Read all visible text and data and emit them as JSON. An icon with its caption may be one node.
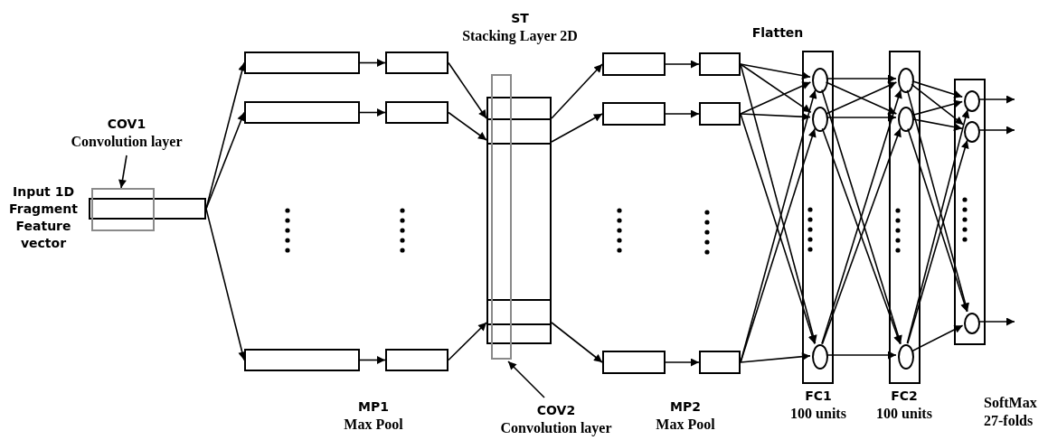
{
  "diagram": {
    "nodes": [
      {
        "text": [
          "COV1",
          "Convolution layer"
        ]
      },
      {
        "text": [],
        "shape": "bar",
        "beside": [
          "Input 1D Fragment Feature vector"
        ]
      },
      {
        "text": [],
        "shape": "box"
      },
      {
        "text": [],
        "shape": "box"
      },
      {
        "text": [],
        "shape": "box"
      },
      {
        "text": [],
        "shape": "box"
      },
      {
        "text": [],
        "shape": "box"
      },
      {
        "text": [],
        "shape": "box"
      },
      {
        "text": [],
        "shape": "box"
      },
      {
        "text": [],
        "shape": "box",
        "beside": [
          "ST",
          "Stacking Layer 2D"
        ]
      },
      {
        "text": [],
        "shape": "box"
      },
      {
        "text": [
          "COV2",
          "Convolution layer"
        ]
      },
      {
        "text": [],
        "shape": "box"
      },
      {
        "text": [],
        "shape": "box"
      },
      {
        "text": [],
        "shape": "box"
      },
      {
        "text": [],
        "shape": "box"
      },
      {
        "text": [],
        "shape": "box"
      },
      {
        "text": [],
        "shape": "box"
      },
      {
        "text": [],
        "shape": "box",
        "beside": [
          "FC1",
          "100 units"
        ]
      },
      {
        "text": [],
        "shape": "circle",
        "in": 18
      },
      {
        "text": [],
        "shape": "circle",
        "in": 18
      },
      {
        "text": [],
        "shape": "circle",
        "in": 18
      },
      {
        "text": [],
        "shape": "box",
        "beside": [
          "FC2",
          "100 units"
        ]
      },
      {
        "text": [],
        "shape": "circle",
        "in": 22
      },
      {
        "text": [],
        "shape": "circle",
        "in": 22
      },
      {
        "text": [],
        "shape": "circle",
        "in": 22
      },
      {
        "text": [],
        "shape": "box",
        "beside": [
          "SoftMax 27-folds"
        ]
      },
      {
        "text": [],
        "shape": "circle",
        "in": 26
      },
      {
        "text": [],
        "shape": "circle",
        "in": 26
      },
      {
        "text": [],
        "shape": "circle",
        "in": 26
      }
    ],
    "edges": [
      {
        "from": 0,
        "to": 2,
        "arrow": "to"
      },
      {
        "from": 1,
        "to": 3,
        "arrow": "to"
      },
      {
        "from": 1,
        "to": 4,
        "arrow": "to"
      },
      {
        "from": 1,
        "to": 5,
        "arrow": "to"
      },
      {
        "from": 3,
        "to": 6,
        "arrow": "to"
      },
      {
        "from": 4,
        "to": 7,
        "arrow": "to"
      },
      {
        "from": 5,
        "to": 8,
        "arrow": "to"
      },
      {
        "from": 6,
        "to": 9,
        "arrow": "to"
      },
      {
        "from": 7,
        "to": 9,
        "arrow": "to"
      },
      {
        "from": 8,
        "to": 9,
        "arrow": "to"
      },
      {
        "from": 9,
        "to": 12,
        "arrow": "to"
      },
      {
        "from": 9,
        "to": 13,
        "arrow": "to"
      },
      {
        "from": 9,
        "to": 14,
        "arrow": "to"
      },
      {
        "from": 12,
        "to": 15,
        "arrow": "to"
      },
      {
        "from": 13,
        "to": 16,
        "arrow": "to"
      },
      {
        "from": 14,
        "to": 17,
        "arrow": "to"
      },
      {
        "from": 15,
        "to": 19,
        "arrow": "to"
      },
      {
        "from": 15,
        "to": 20,
        "arrow": "to"
      },
      {
        "from": 15,
        "to": 21,
        "arrow": "to"
      },
      {
        "from": 16,
        "to": 19,
        "arrow": "to"
      },
      {
        "from": 16,
        "to": 20,
        "arrow": "to"
      },
      {
        "from": 16,
        "to": 21,
        "arrow": "to"
      },
      {
        "from": 17,
        "to": 19,
        "arrow": "to"
      },
      {
        "from": 17,
        "to": 20,
        "arrow": "to"
      },
      {
        "from": 17,
        "to": 21,
        "arrow": "to"
      },
      {
        "from": 19,
        "to": 23,
        "arrow": "to"
      },
      {
        "from": 19,
        "to": 24,
        "arrow": "to"
      },
      {
        "from": 19,
        "to": 25,
        "arrow": "to"
      },
      {
        "from": 20,
        "to": 23,
        "arrow": "to"
      },
      {
        "from": 20,
        "to": 24,
        "arrow": "to"
      },
      {
        "from": 20,
        "to": 25,
        "arrow": "to"
      },
      {
        "from": 21,
        "to": 23,
        "arrow": "to"
      },
      {
        "from": 21,
        "to": 24,
        "arrow": "to"
      },
      {
        "from": 21,
        "to": 25,
        "arrow": "to"
      },
      {
        "from": 23,
        "to": 27,
        "arrow": "to"
      },
      {
        "from": 23,
        "to": 28,
        "arrow": "to"
      },
      {
        "from": 23,
        "to": 29,
        "arrow": "to"
      },
      {
        "from": 24,
        "to": 27,
        "arrow": "to"
      },
      {
        "from": 24,
        "to": 28,
        "arrow": "to"
      },
      {
        "from": 24,
        "to": 29,
        "arrow": "to"
      },
      {
        "from": 25,
        "to": 27,
        "arrow": "to"
      },
      {
        "from": 25,
        "to": 28,
        "arrow": "to"
      },
      {
        "from": 25,
        "to": 29,
        "arrow": "to"
      },
      {
        "from": 27,
        "to": null,
        "arrow": "to"
      },
      {
        "from": 28,
        "to": null,
        "arrow": "to"
      },
      {
        "from": 29,
        "to": null,
        "arrow": "to"
      },
      {
        "from": 11,
        "to": 10,
        "arrow": "to"
      }
    ],
    "labels": [
      "Flatten",
      "MP1",
      "Max Pool",
      "MP2",
      "Max Pool"
    ]
  }
}
